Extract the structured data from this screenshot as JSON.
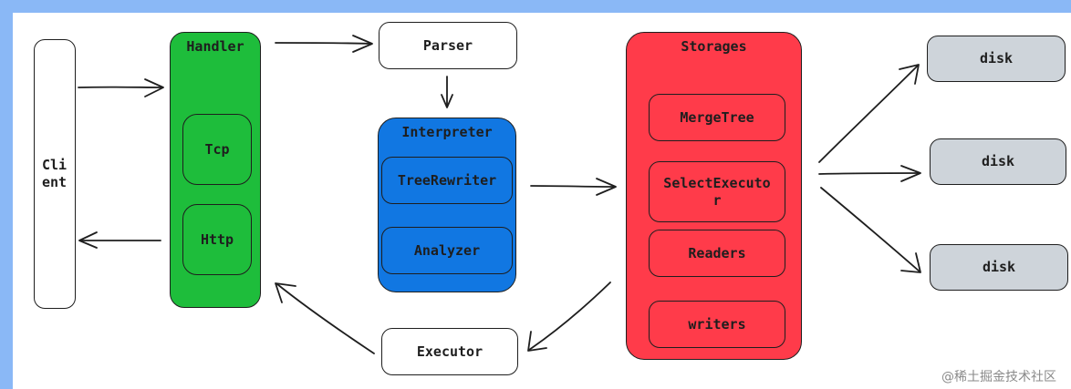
{
  "client": {
    "label": "Client"
  },
  "handler": {
    "title": "Handler",
    "tcp": "Tcp",
    "http": "Http"
  },
  "parser": {
    "label": "Parser"
  },
  "interpreter": {
    "title": "Interpreter",
    "tree_rewriter": "TreeRewriter",
    "analyzer": "Analyzer"
  },
  "executor": {
    "label": "Executor"
  },
  "storages": {
    "title": "Storages",
    "merge_tree": "MergeTree",
    "select_executor": "SelectExecutor",
    "readers": "Readers",
    "writers": "writers"
  },
  "disks": [
    {
      "label": "disk"
    },
    {
      "label": "disk"
    },
    {
      "label": "disk"
    }
  ],
  "watermark": "@稀土掘金技术社区",
  "colors": {
    "handler": "#1ebd3b",
    "interpreter": "#1177e2",
    "storages": "#ff3b4a",
    "disk": "#ced4da",
    "frame": "#8ab8f6"
  }
}
